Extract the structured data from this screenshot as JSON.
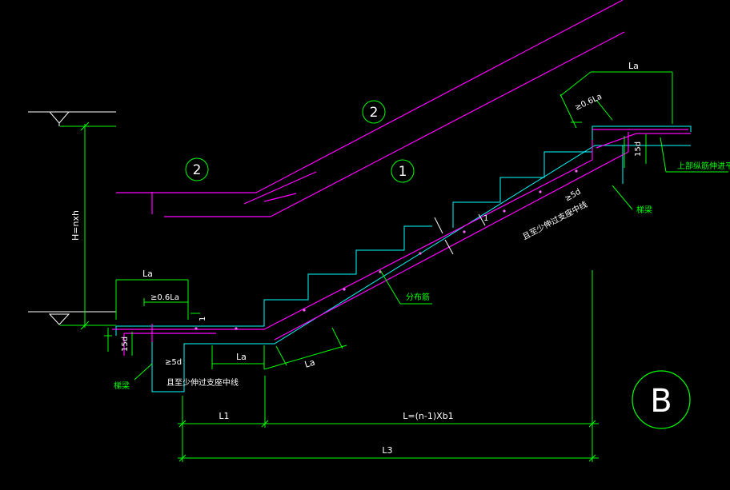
{
  "colors": {
    "background": "#000000",
    "dimension": "#00ff00",
    "rebar": "#ff00ff",
    "outline": "#00ffff",
    "text": "#ffffff",
    "note": "#00ff00"
  },
  "labels": {
    "bar_1": "1",
    "bar_2_upper": "2",
    "bar_2_lower": "2",
    "height": "H=nxh",
    "la_top": "La",
    "la_top_min": "≥0.6La",
    "la_left": "La",
    "la_left_min": "≥0.6La",
    "la_bottom_mid": "La",
    "la_bottom_diag": "La",
    "hook_15d_left": "15d",
    "hook_15d_right": "15d",
    "five_d_left": "≥5d",
    "five_d_right": "≥5d",
    "small_1_left": "1",
    "small_1_right": "1",
    "distribution_bar": "分布筋",
    "beam_left": "梯梁",
    "beam_right": "梯梁",
    "support_note_left": "且至少伸过支座中线",
    "support_note_right": "且至少伸过支座中线",
    "top_note": "上部纵筋伸进平台",
    "dim_l1": "L1",
    "dim_len": "L=(n-1)Xb1",
    "dim_l3": "L3",
    "section": "B"
  }
}
